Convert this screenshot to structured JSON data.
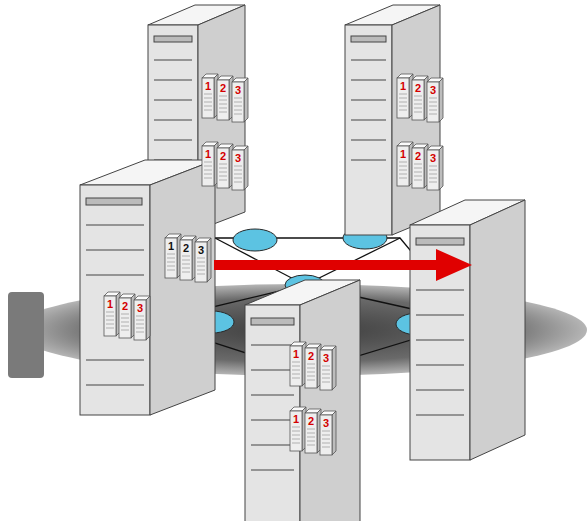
{
  "diagram": {
    "labels": [
      "1",
      "2",
      "3",
      "1",
      "2",
      "3",
      "1",
      "2",
      "3",
      "1",
      "2",
      "3",
      "1",
      "2",
      "3",
      "1",
      "2",
      "3",
      "1",
      "2",
      "3",
      "1",
      "2",
      "3"
    ]
  }
}
